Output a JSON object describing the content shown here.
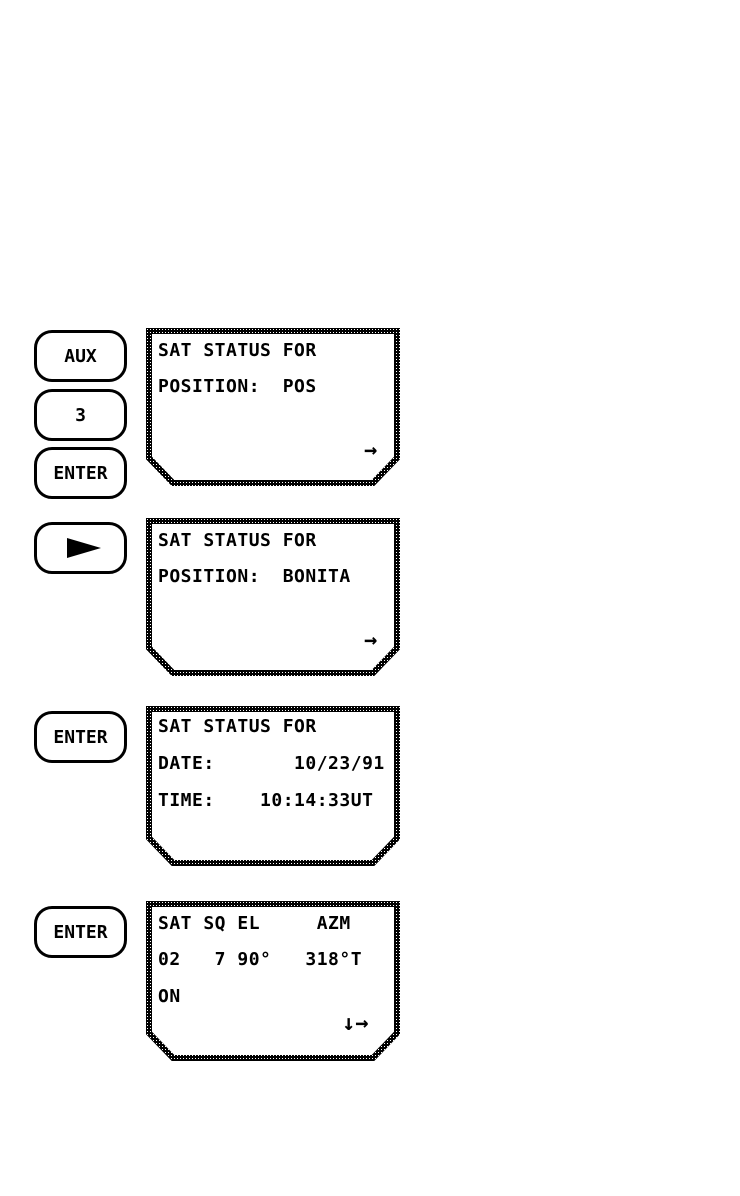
{
  "keys": {
    "aux": "AUX",
    "three": "3",
    "enter1": "ENTER",
    "enter2": "ENTER",
    "enter3": "ENTER",
    "right_arrow_icon": "right-arrow"
  },
  "screens": [
    {
      "line1": "SAT STATUS FOR",
      "line2": "POSITION:  POS",
      "indicator": "→"
    },
    {
      "line1": "SAT STATUS FOR",
      "line2": "POSITION:  BONITA",
      "indicator": "→"
    },
    {
      "line1": "SAT STATUS FOR",
      "line2": "DATE:       10/23/91",
      "line3": "TIME:    10:14:33UT"
    },
    {
      "line1": "SAT SQ EL     AZM",
      "line2": "02   7 90°   318°T",
      "line3": "ON",
      "indicator": "↓→"
    }
  ]
}
